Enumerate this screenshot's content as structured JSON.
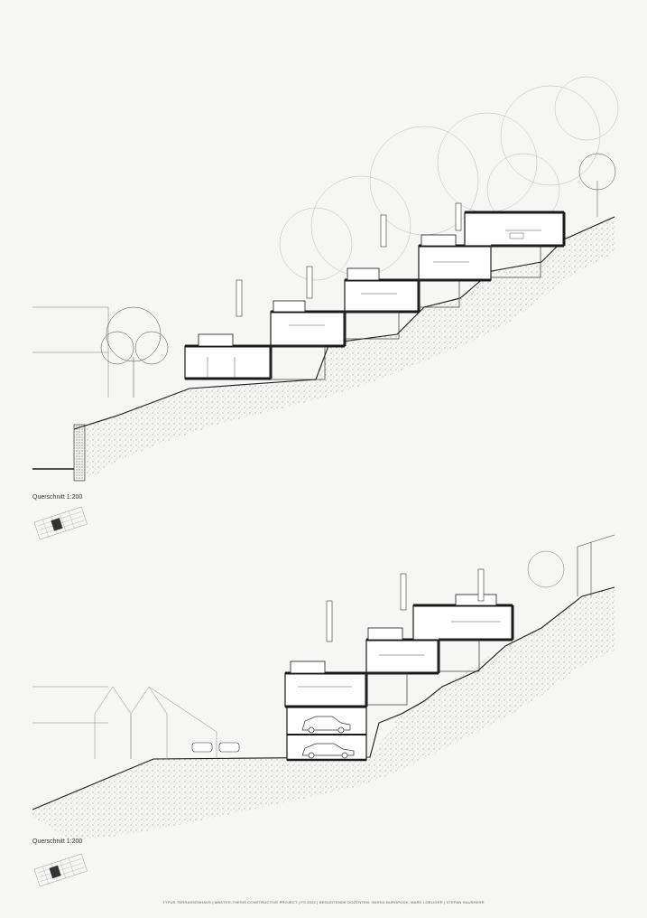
{
  "sheet": {
    "background": "#f6f6f4",
    "line_color": "#1a1a1a"
  },
  "section_top": {
    "label": "Querschnitt 1:200"
  },
  "section_bottom": {
    "label": "Querschnitt 1:200"
  },
  "footer": {
    "text": "TYPUS TERRASSENHAUS  |  MASTER-THESIS CONSTRUCTIVE PROJECT  |  FS 2022  |  BEGLEITENDE DOZENTEN: INGRID BURGPOCK, MARC LOELIGER  |  STEFAN HAUSHERR"
  }
}
